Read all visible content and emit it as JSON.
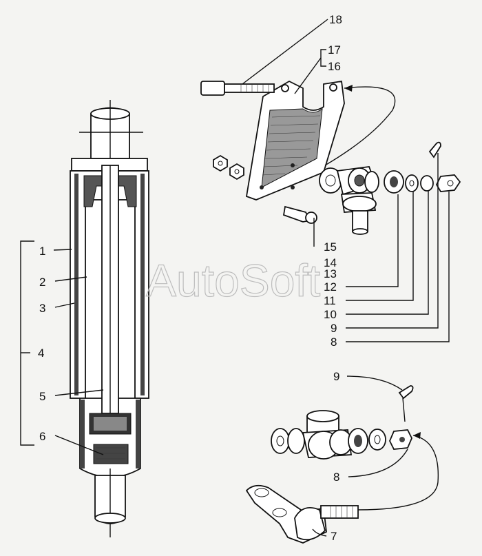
{
  "watermark": "AutoSoft",
  "callouts_left": [
    "1",
    "2",
    "3",
    "4",
    "5",
    "6"
  ],
  "callouts_right": [
    "18",
    "17",
    "16",
    "15",
    "14",
    "13",
    "12",
    "11",
    "10",
    "9",
    "8"
  ],
  "callouts_lower": [
    "9",
    "8",
    "7"
  ]
}
